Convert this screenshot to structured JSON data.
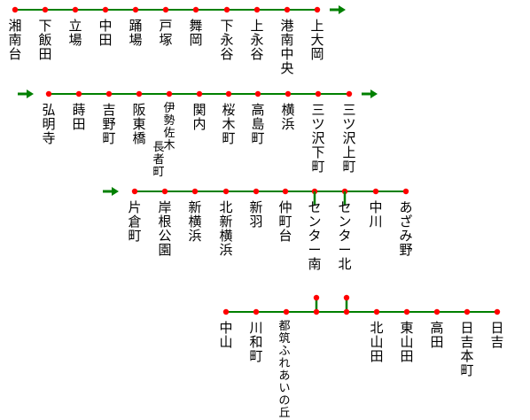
{
  "colors": {
    "line": "#008000",
    "station": "#ff0000",
    "arrow": "#008000",
    "text": "#000000"
  },
  "rows": [
    {
      "stations": [
        "湘南台",
        "下飯田",
        "立場",
        "中田",
        "踊場",
        "戸塚",
        "舞岡",
        "下永谷",
        "上永谷",
        "港南中央",
        "上大岡"
      ]
    },
    {
      "stations": [
        "弘明寺",
        "蒔田",
        "吉野町",
        "阪東橋",
        "伊勢佐木",
        "関内",
        "桜木町",
        "高島町",
        "横浜",
        "三ツ沢下町",
        "三ツ沢上町"
      ],
      "sub": {
        "index": 4,
        "text": "長者町"
      }
    },
    {
      "stations": [
        "片倉町",
        "岸根公園",
        "新横浜",
        "北新横浜",
        "新羽",
        "仲町台",
        "センター南",
        "センター北",
        "中川",
        "あざみ野"
      ]
    },
    {
      "stations": [
        "中山",
        "川和町",
        "都筑ふれあいの丘",
        "北山田",
        "東山田",
        "高田",
        "日吉本町",
        "日吉"
      ]
    }
  ]
}
